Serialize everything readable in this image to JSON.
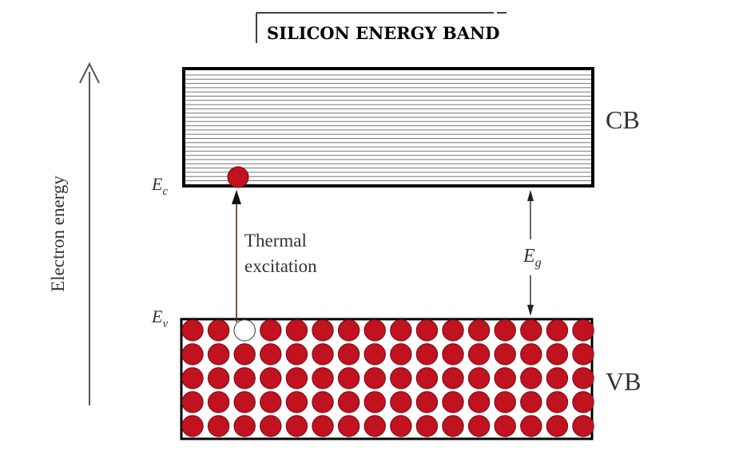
{
  "title": "SILICON ENERGY BAND",
  "axis_label": "Electron energy",
  "conduction_band": {
    "label": "CB",
    "edge_symbol": "E",
    "edge_subscript": "c"
  },
  "valence_band": {
    "label": "VB",
    "edge_symbol": "E",
    "edge_subscript": "v"
  },
  "gap": {
    "symbol": "E",
    "subscript": "g"
  },
  "excitation": {
    "line1": "Thermal",
    "line2": "excitation"
  },
  "colors": {
    "electron": "#c1121f",
    "hole": "#ffffff",
    "band_outline": "#000000",
    "band_lines": "#777777",
    "arrow": "#555555",
    "excitation_arrow": "#5a2a1a"
  },
  "lattice": {
    "rows": 5,
    "cols": 16,
    "hole_row": 0,
    "hole_col": 2
  }
}
